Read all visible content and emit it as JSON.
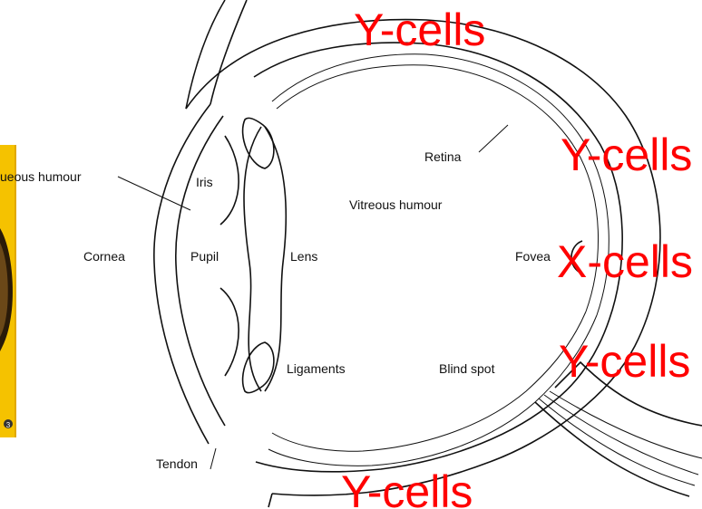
{
  "colors": {
    "annotation": "#ff0000",
    "lines": "#111111",
    "inset_panel": "#f5c200",
    "inset_border": "#e0a800"
  },
  "labels": {
    "aqueous_humour": "ueous humour",
    "iris": "Iris",
    "cornea": "Cornea",
    "pupil": "Pupil",
    "lens": "Lens",
    "ligaments": "Ligaments",
    "tendon": "Tendon",
    "retina": "Retina",
    "vitreous_humour": "Vitreous humour",
    "fovea": "Fovea",
    "blind_spot": "Blind spot"
  },
  "annotations": {
    "top": "Y-cells",
    "upper_right": "Y-cells",
    "fovea": "X-cells",
    "lower_right": "Y-cells",
    "bottom": "Y-cells"
  },
  "inset": {
    "corner_badge": "3"
  }
}
